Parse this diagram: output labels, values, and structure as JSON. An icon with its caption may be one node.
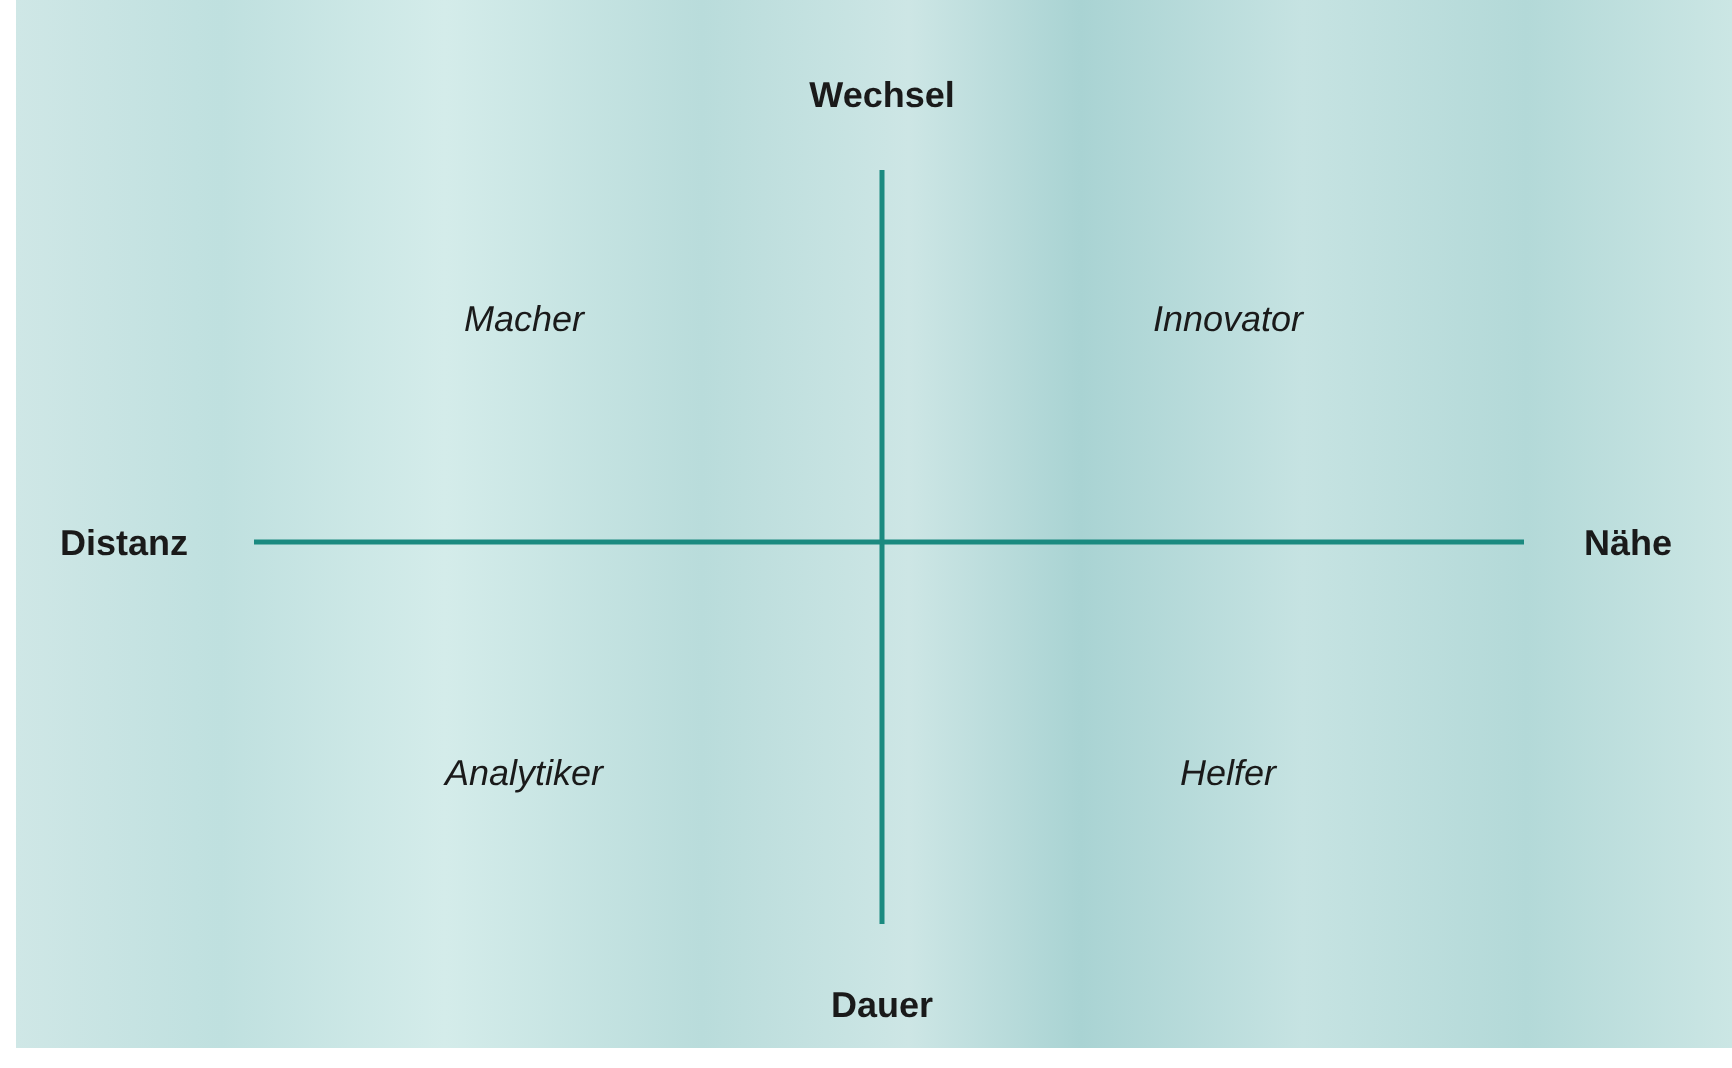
{
  "diagram": {
    "labels": [
      "Wechsel",
      "Macher",
      "Innovator",
      "Distanz",
      "Nähe",
      "Analytiker",
      "Helfer",
      "Dauer"
    ]
  }
}
